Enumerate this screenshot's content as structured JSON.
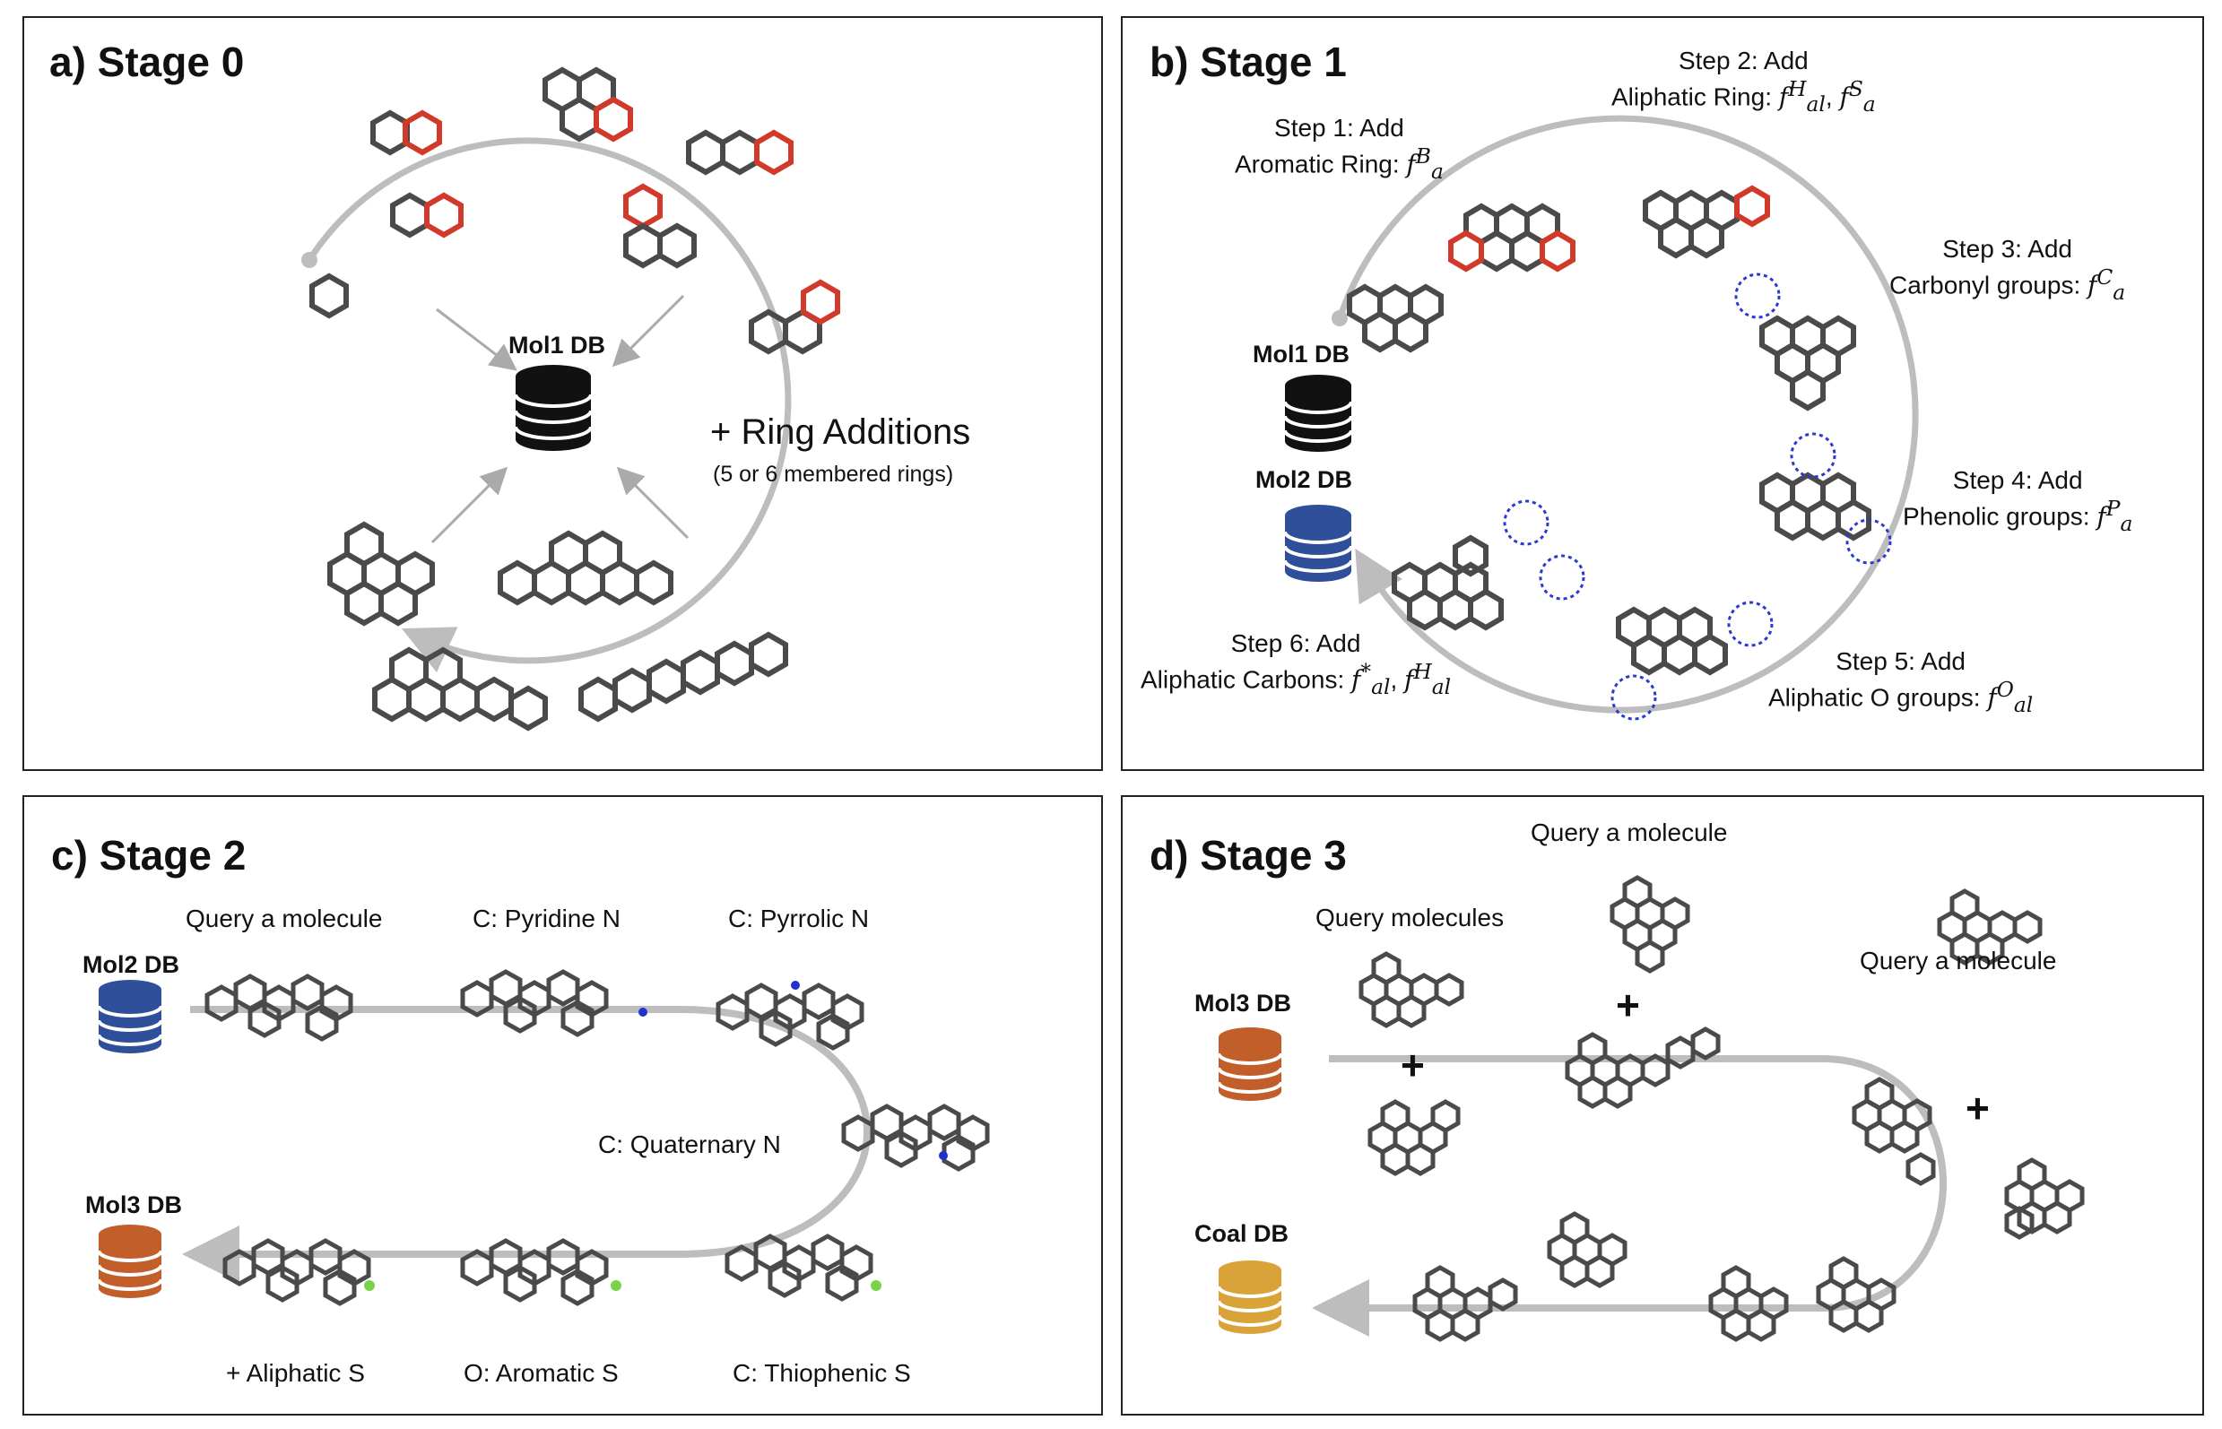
{
  "colors": {
    "db_black": "#111111",
    "db_blue": "#2f4f9a",
    "db_orange": "#c25e2a",
    "db_gold": "#d9a33a",
    "arrow": "#bdbdbd",
    "carbon": "#4a4a4a",
    "added_ring": "#d13a2a",
    "nitrogen": "#2233cc",
    "sulfur": "#7ad24a",
    "oxygen": "#cc2222",
    "highlight_circle": "#2a3ad0"
  },
  "panel_a": {
    "title": "a) Stage 0",
    "db_label": "Mol1 DB",
    "ring_additions": "+ Ring Additions",
    "ring_note": "(5 or 6 membered rings)"
  },
  "panel_b": {
    "title": "b) Stage 1",
    "db1_label": "Mol1 DB",
    "db2_label": "Mol2 DB",
    "step1": {
      "line1": "Step 1: Add",
      "line2": "Aromatic Ring:",
      "sym": "f",
      "sup": "B",
      "sub": "a"
    },
    "step2": {
      "line1": "Step 2: Add",
      "line2": "Aliphatic Ring:",
      "sym": "f",
      "sup": "H",
      "sub": "al",
      "sym2": "f",
      "sup2": "S",
      "sub2": "a"
    },
    "step3": {
      "line1": "Step 3: Add",
      "line2": "Carbonyl groups:",
      "sym": "f",
      "sup": "C",
      "sub": "a"
    },
    "step4": {
      "line1": "Step 4: Add",
      "line2": "Phenolic groups:",
      "sym": "f",
      "sup": "P",
      "sub": "a"
    },
    "step5": {
      "line1": "Step 5: Add",
      "line2": "Aliphatic O groups:",
      "sym": "f",
      "sup": "O",
      "sub": "al"
    },
    "step6": {
      "line1": "Step 6: Add",
      "line2": "Aliphatic Carbons:",
      "sym": "f",
      "sup": "*",
      "sub": "al",
      "sym2": "f",
      "sup2": "H",
      "sub2": "al"
    }
  },
  "panel_c": {
    "title": "c) Stage 2",
    "db_in": "Mol2 DB",
    "db_out": "Mol3 DB",
    "labels": {
      "query": "Query a molecule",
      "pyridine": "C: Pyridine N",
      "pyrrolic": "C: Pyrrolic N",
      "quaternary": "C: Quaternary N",
      "thiophenic": "C: Thiophenic S",
      "aromatic_s": "O: Aromatic S",
      "aliphatic_s": "+ Aliphatic S"
    }
  },
  "panel_d": {
    "title": "d) Stage 3",
    "db_in": "Mol3 DB",
    "db_out": "Coal DB",
    "query_top": "Query a molecule",
    "query_molecules": "Query molecules",
    "query_right": "Query a molecule",
    "plus": "+"
  }
}
